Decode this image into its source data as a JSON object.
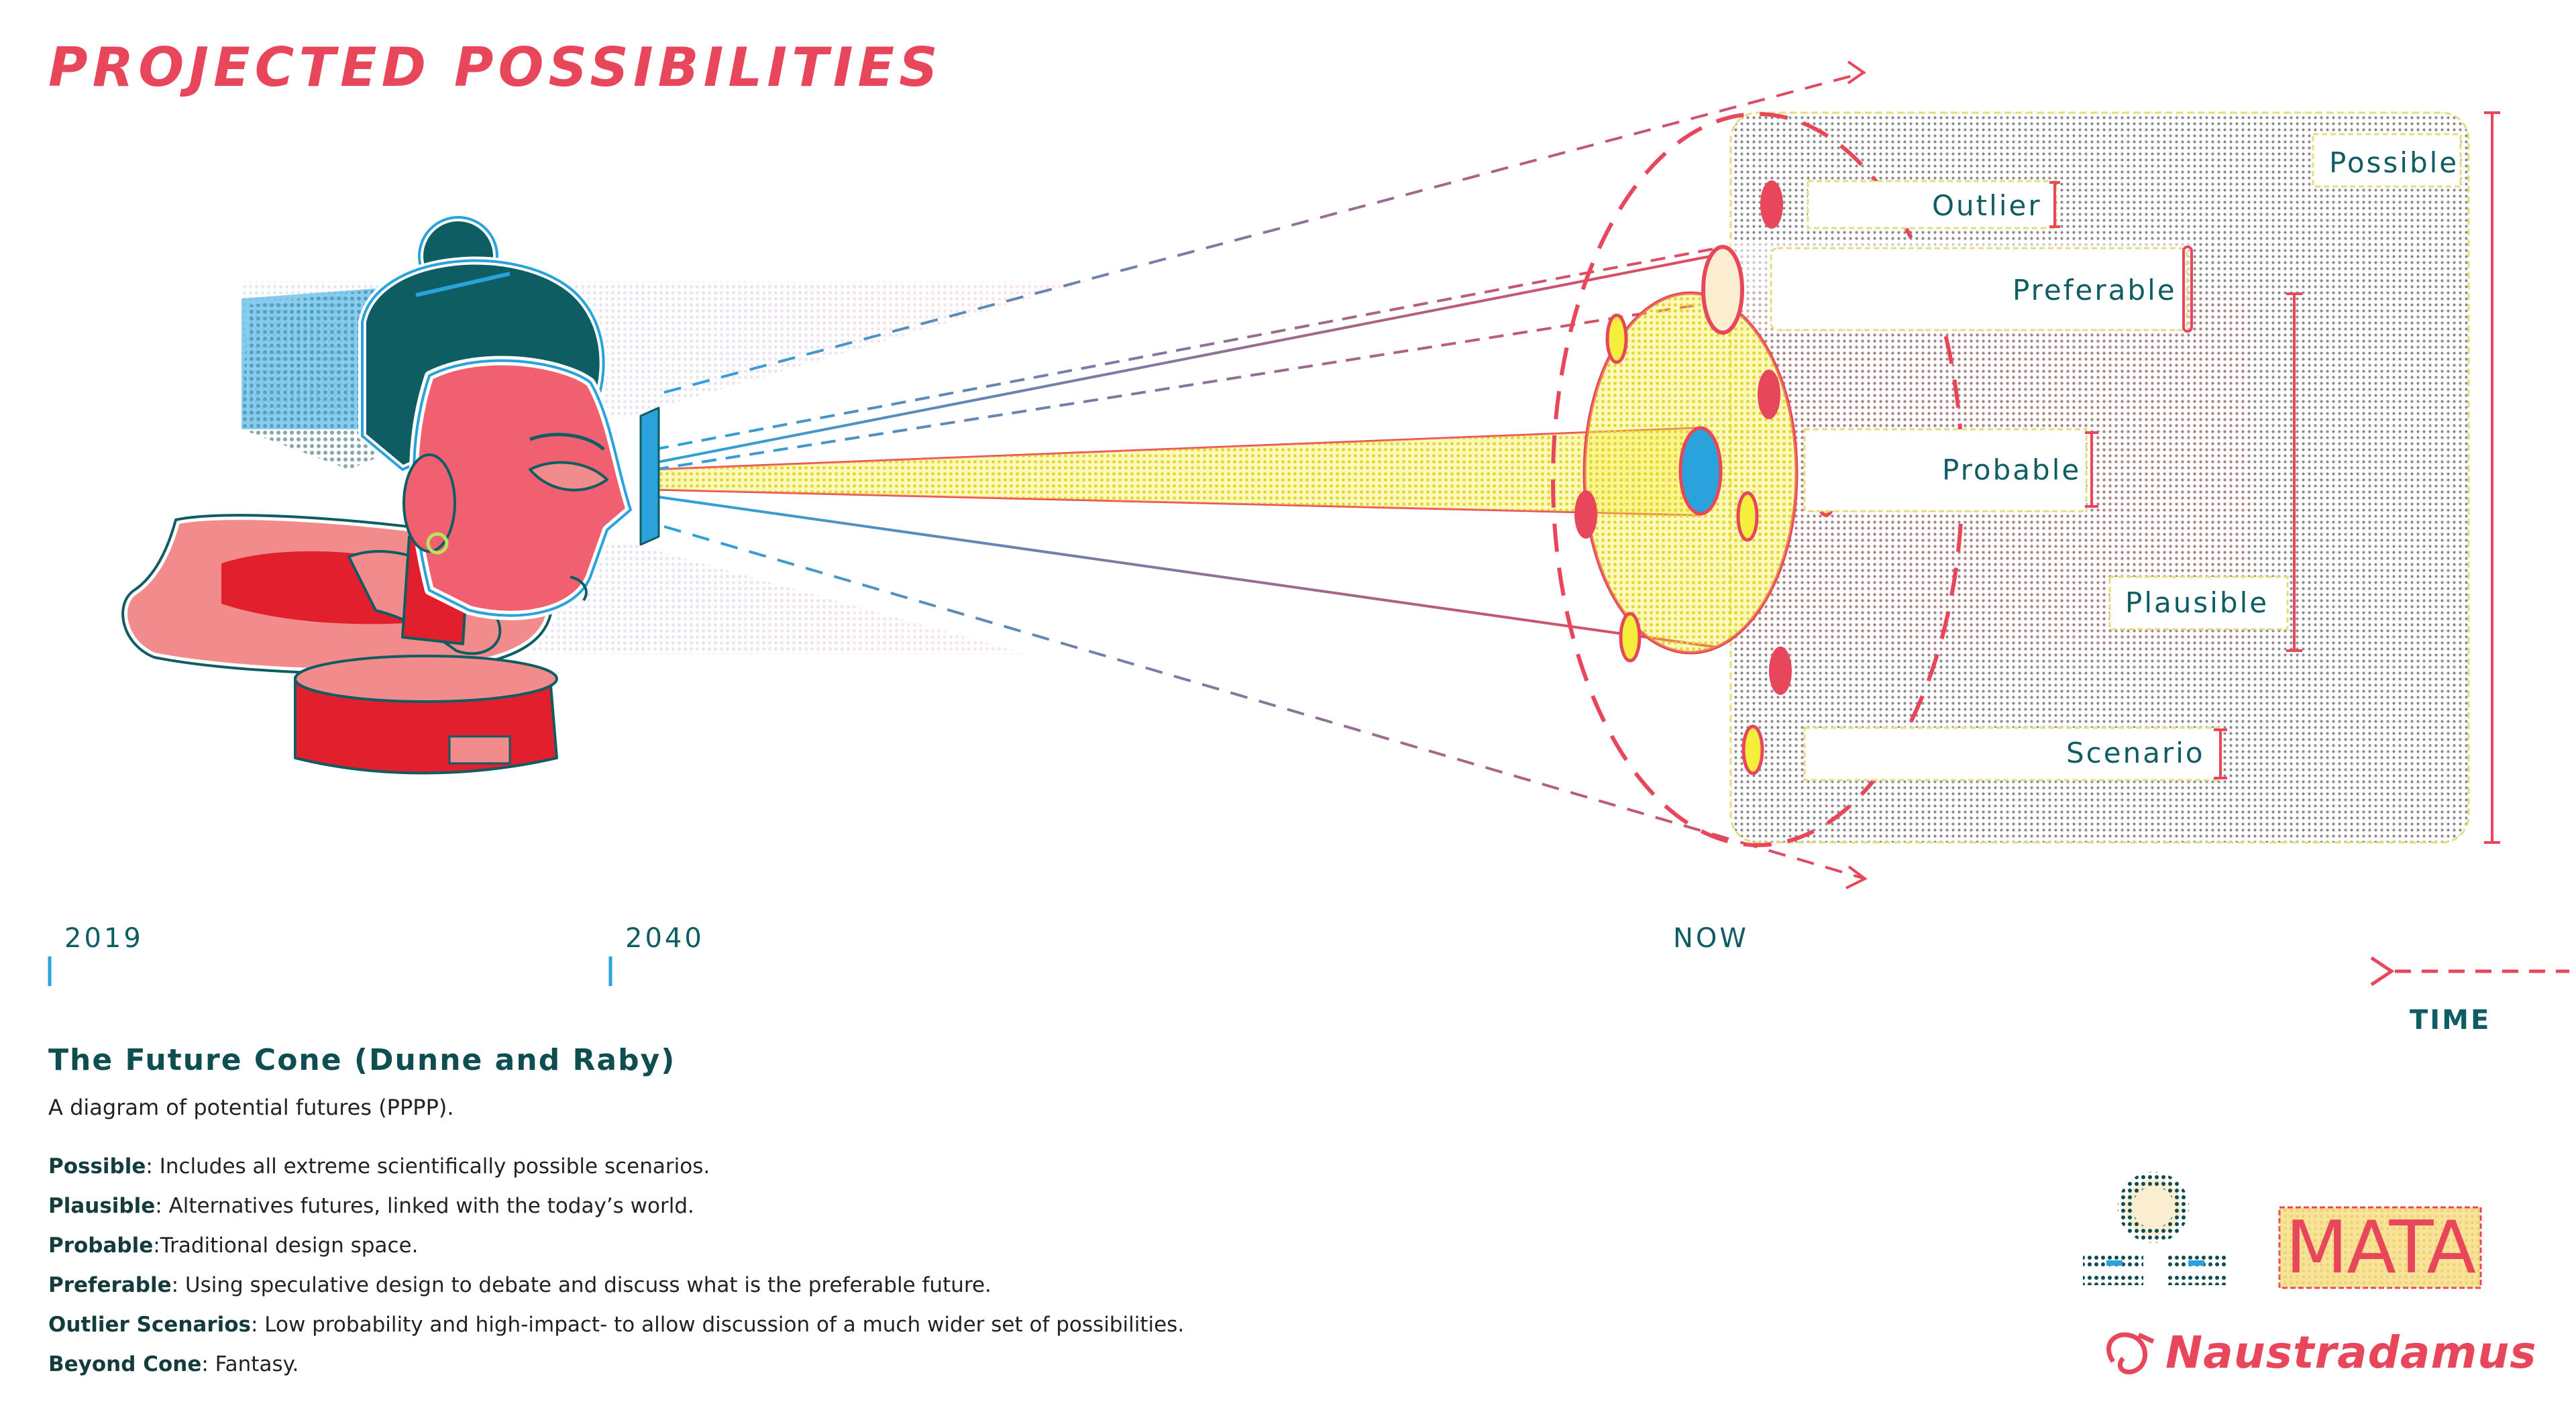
{
  "title": "PROJECTED POSSIBILITIES",
  "cone_labels": {
    "possible": "Possible",
    "outlier": "Outlier",
    "preferable": "Preferable",
    "probable": "Probable",
    "plausible": "Plausible",
    "scenario": "Scenario"
  },
  "timeline": {
    "marks": [
      "2019",
      "2040",
      "NOW"
    ],
    "axis_label": "TIME"
  },
  "legend": {
    "heading": "The Future Cone (Dunne and Raby)",
    "subtitle": "A diagram of potential futures (PPPP).",
    "items": [
      {
        "term": "Possible",
        "text": ": Includes all extreme scientifically possible scenarios."
      },
      {
        "term": "Plausible",
        "text": ": Alternatives futures, linked with the today’s world."
      },
      {
        "term": "Probable",
        "text": ":Traditional design space."
      },
      {
        "term": "Preferable",
        "text": ": Using speculative design to debate and discuss what is the preferable future."
      },
      {
        "term": "Outlier Scenarios",
        "text": ": Low probability and high-impact- to allow discussion of a much wider set of possibilities."
      },
      {
        "term": "Beyond Cone",
        "text": ": Fantasy."
      }
    ]
  },
  "logos": {
    "mata": "MATA",
    "naustradamus": "Naustradamus"
  },
  "colors": {
    "red": "#e8465a",
    "teal": "#0e5d63",
    "blue": "#2aa3dc",
    "yellow": "#f5ee3c",
    "cream": "#fbeed0"
  }
}
